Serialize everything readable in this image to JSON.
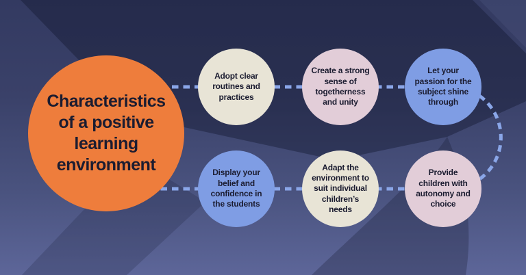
{
  "title": "Characteristics\nof a positive\nlearning\nenvironment",
  "nodes": [
    {
      "id": "adopt-clear-routines",
      "label": "Adopt clear\nroutines and\npractices",
      "color_key": "cream"
    },
    {
      "id": "sense-of-togetherness",
      "label": "Create a strong\nsense of\ntogetherness\nand unity",
      "color_key": "pink"
    },
    {
      "id": "passion-for-subject",
      "label": "Let your\npassion for the\nsubject shine\nthrough",
      "color_key": "blue"
    },
    {
      "id": "belief-and-confidence",
      "label": "Display your\nbelief and\nconfidence in\nthe students",
      "color_key": "blue"
    },
    {
      "id": "adapt-environment",
      "label": "Adapt the\nenvironment to\nsuit individual\nchildren’s\nneeds",
      "color_key": "cream"
    },
    {
      "id": "autonomy-and-choice",
      "label": "Provide\nchildren with\nautonomy and\nchoice",
      "color_key": "pink"
    }
  ],
  "colors": {
    "hub_orange": "#ee7d3c",
    "cream": "#e8e4d6",
    "pink": "#e2cdd8",
    "blue": "#7f9de4",
    "connector_blue": "#8aa6e8",
    "text_dark": "#1b1c30",
    "bg_top": "#333a61",
    "bg_bottom": "#5d6699"
  }
}
